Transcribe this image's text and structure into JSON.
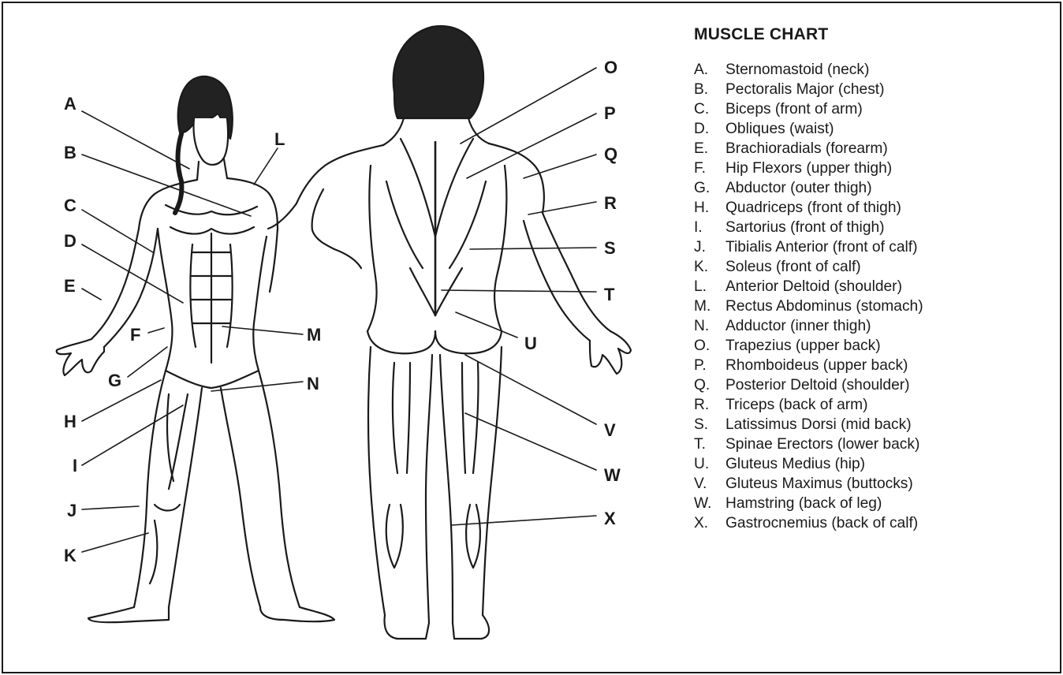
{
  "legend": {
    "title": "MUSCLE CHART",
    "items": [
      {
        "key": "A.",
        "text": "Sternomastoid (neck)"
      },
      {
        "key": "B.",
        "text": "Pectoralis Major (chest)"
      },
      {
        "key": "C.",
        "text": "Biceps (front of arm)"
      },
      {
        "key": "D.",
        "text": "Obliques (waist)"
      },
      {
        "key": "E.",
        "text": "Brachioradials (forearm)"
      },
      {
        "key": "F.",
        "text": "Hip Flexors (upper thigh)"
      },
      {
        "key": "G.",
        "text": "Abductor (outer thigh)"
      },
      {
        "key": "H.",
        "text": "Quadriceps (front of thigh)"
      },
      {
        "key": "I.",
        "text": "Sartorius (front of thigh)"
      },
      {
        "key": "J.",
        "text": "Tibialis Anterior (front of calf)"
      },
      {
        "key": "K.",
        "text": "Soleus (front of calf)"
      },
      {
        "key": "L.",
        "text": "Anterior Deltoid (shoulder)"
      },
      {
        "key": "M.",
        "text": "Rectus Abdominus (stomach)"
      },
      {
        "key": "N.",
        "text": "Adductor (inner thigh)"
      },
      {
        "key": "O.",
        "text": "Trapezius (upper back)"
      },
      {
        "key": "P.",
        "text": "Rhomboideus (upper back)"
      },
      {
        "key": "Q.",
        "text": "Posterior Deltoid (shoulder)"
      },
      {
        "key": "R.",
        "text": "Triceps (back of arm)"
      },
      {
        "key": "S.",
        "text": "Latissimus Dorsi (mid back)"
      },
      {
        "key": "T.",
        "text": "Spinae Erectors (lower back)"
      },
      {
        "key": "U.",
        "text": "Gluteus Medius (hip)"
      },
      {
        "key": "V.",
        "text": "Gluteus Maximus (buttocks)"
      },
      {
        "key": "W.",
        "text": "Hamstring (back of leg)"
      },
      {
        "key": "X.",
        "text": "Gastrocnemius (back of calf)"
      }
    ]
  },
  "callouts": {
    "A": "A",
    "B": "B",
    "C": "C",
    "D": "D",
    "E": "E",
    "F": "F",
    "G": "G",
    "H": "H",
    "I": "I",
    "J": "J",
    "K": "K",
    "L": "L",
    "M": "M",
    "N": "N",
    "O": "O",
    "P": "P",
    "Q": "Q",
    "R": "R",
    "S": "S",
    "T": "T",
    "U": "U",
    "V": "V",
    "W": "W",
    "X": "X"
  },
  "colors": {
    "ink": "#1a1a1a",
    "background": "#ffffff"
  }
}
